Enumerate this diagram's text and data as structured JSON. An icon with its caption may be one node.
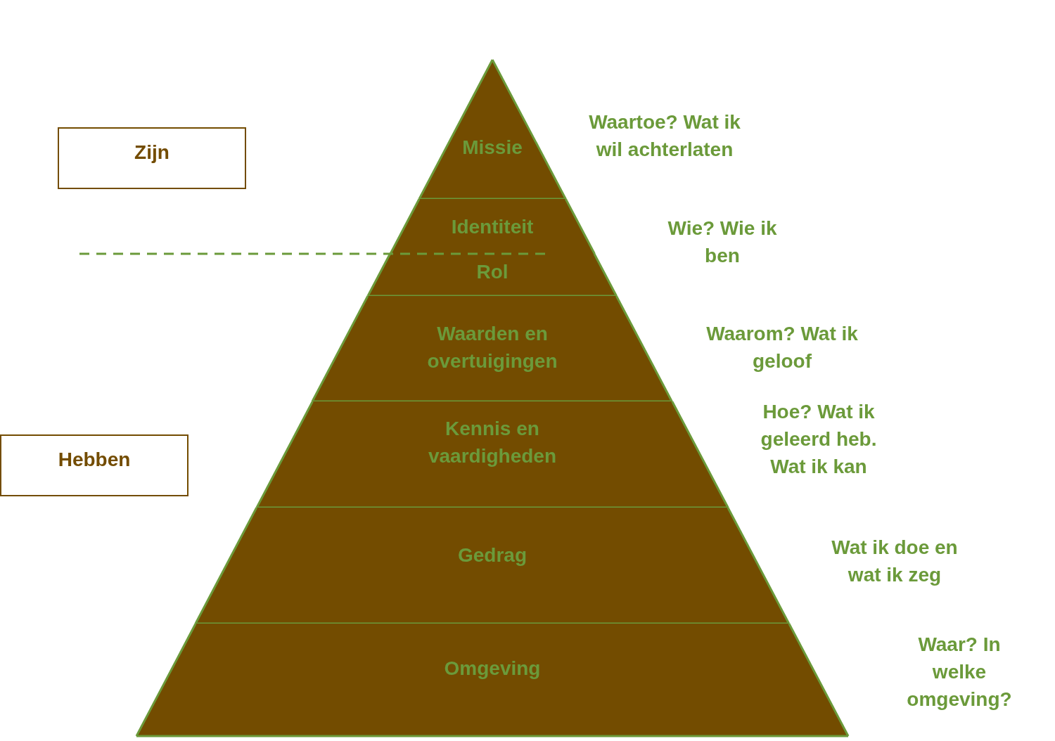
{
  "diagram": {
    "nodes": [
      {
        "text": [
          "Zijn"
        ]
      },
      {
        "text": [
          "Missie"
        ],
        "beside": [
          "Waartoe? Wat ik wil achterlaten"
        ]
      },
      {
        "text": [
          "Identiteit"
        ]
      },
      {
        "text": [
          "Rol"
        ]
      },
      {
        "text": [
          "Waarden en overtuigingen"
        ],
        "beside": [
          "Waarom? Wat ik geloof"
        ]
      },
      {
        "text": [
          "Kennis en vaardigheden"
        ],
        "beside": [
          "Hoe? Wat ik geleerd heb. Wat ik kan"
        ]
      },
      {
        "text": [
          "Hebben"
        ]
      },
      {
        "text": [
          "Gedrag"
        ],
        "beside": [
          "Wat ik doe en wat ik zeg"
        ]
      },
      {
        "text": [
          "Omgeving"
        ],
        "beside": [
          "Waar? In welke omgeving?"
        ]
      }
    ],
    "edges": [],
    "labels": [
      "Wie? Wie ik ben"
    ]
  }
}
